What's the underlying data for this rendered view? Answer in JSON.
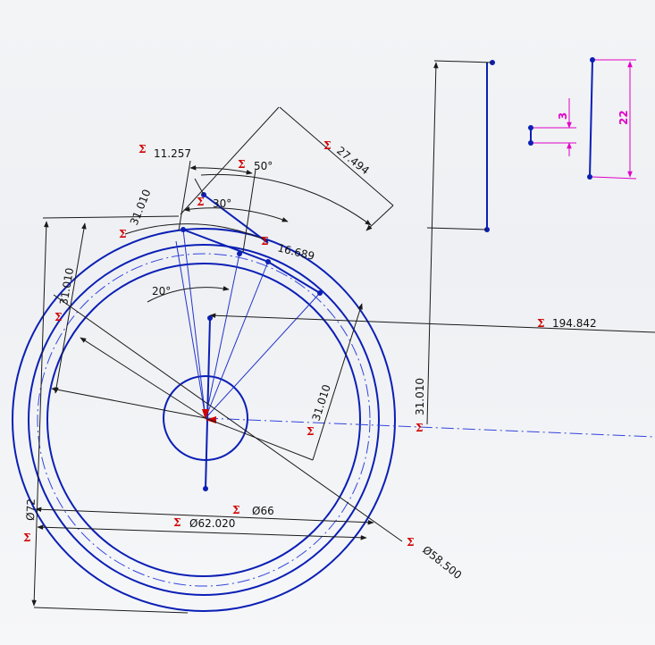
{
  "colors": {
    "geometry": "#0b1fb5",
    "dimension": "#1a1a1a",
    "relation": "#d00000",
    "driven": "#e000c8",
    "centerline": "#3344dd"
  },
  "dimensions": {
    "d_11257": "11.257",
    "a_50": "50°",
    "d_27494": "27.494",
    "d_31010_a": "31.010",
    "a_30": "30°",
    "d_16689": "16.689",
    "d_31010_b": "31.010",
    "a_20": "20°",
    "d_194842": "194.842",
    "d_31010_c": "31.010",
    "d_31010_d": "31.010",
    "dia_66": "66",
    "dia_62020": "62.020",
    "dia_58500": "58.500",
    "dia_72": "72",
    "d_3": "3",
    "d_22": "22",
    "dia_symbol": "Ø"
  },
  "relation_symbol": "Σ"
}
